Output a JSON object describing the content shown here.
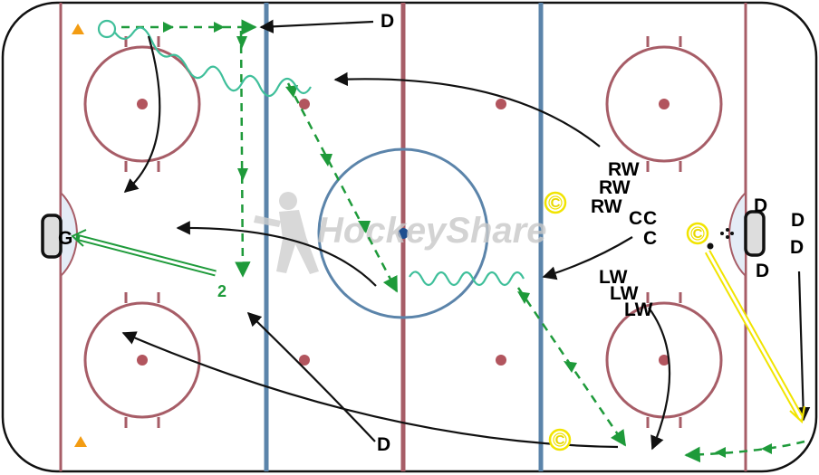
{
  "watermark": "HockeyShare",
  "colors": {
    "boards": "#111111",
    "red_line": "#a75d67",
    "blue_line": "#5b84aa",
    "crease": "#e4ecf6",
    "faceoff_dot": "#b2555e",
    "center_dot": "#1f4f8f",
    "pass_green": "#1e9a3a",
    "skate_teal": "#3fbf9a",
    "skate_black": "#111111",
    "coach_yellow": "#f1e400",
    "cone_orange": "#f39c12",
    "watermark_gray": "#c9c9c9"
  },
  "labels": {
    "goalie": "G",
    "d_top": "D",
    "d_bottom": "D",
    "d_right_1": "D",
    "d_right_2": "D",
    "d_right_3": "D",
    "d_right_4": "D",
    "rw_1": "RW",
    "rw_2": "RW",
    "rw_3": "RW",
    "c_1": "C",
    "c_2": "C",
    "c_3": "C",
    "lw_1": "LW",
    "lw_2": "LW",
    "lw_3": "LW",
    "shot_number": "2"
  },
  "coach_markers": [
    {
      "id": "coach-neutral",
      "text": "C"
    },
    {
      "id": "coach-right-net",
      "text": "C"
    },
    {
      "id": "coach-bottom",
      "text": "C"
    }
  ],
  "icons": {
    "cone": "orange-triangle-cone",
    "puck": "black-puck-dot",
    "coach": "yellow-circled-c"
  }
}
